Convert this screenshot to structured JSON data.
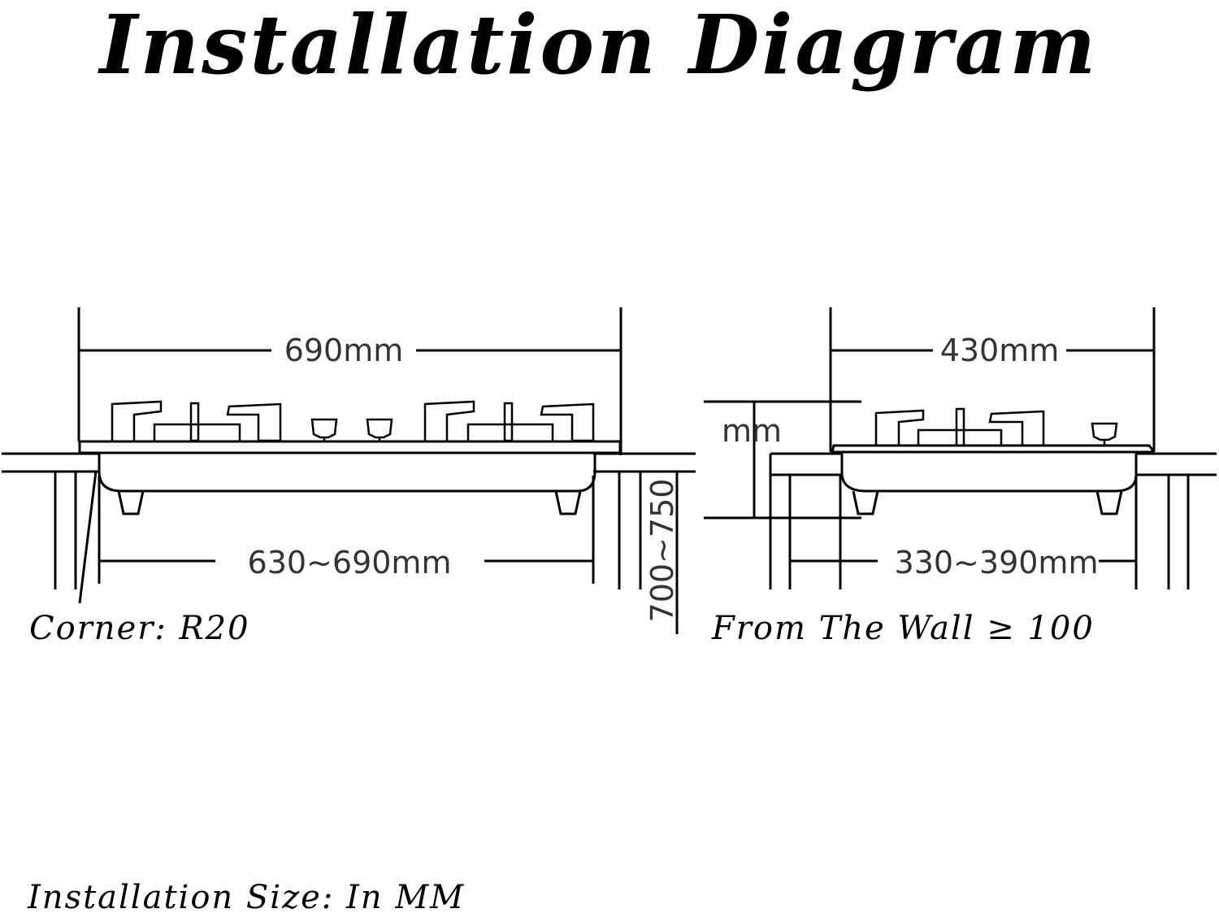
{
  "title": "Installation Diagram",
  "left_diagram": {
    "overall_width": "690mm",
    "cutout_width": "630~690mm",
    "counter_height": "700~750",
    "note": "Corner: R20"
  },
  "right_diagram": {
    "overall_depth": "430mm",
    "cutout_depth": "330~390mm",
    "height_label": "mm",
    "note": "From The Wall ≥ 100"
  },
  "footer_note": "Installation Size: In MM",
  "colors": {
    "line": "#000000",
    "background": "#ffffff",
    "text": "#000000"
  }
}
